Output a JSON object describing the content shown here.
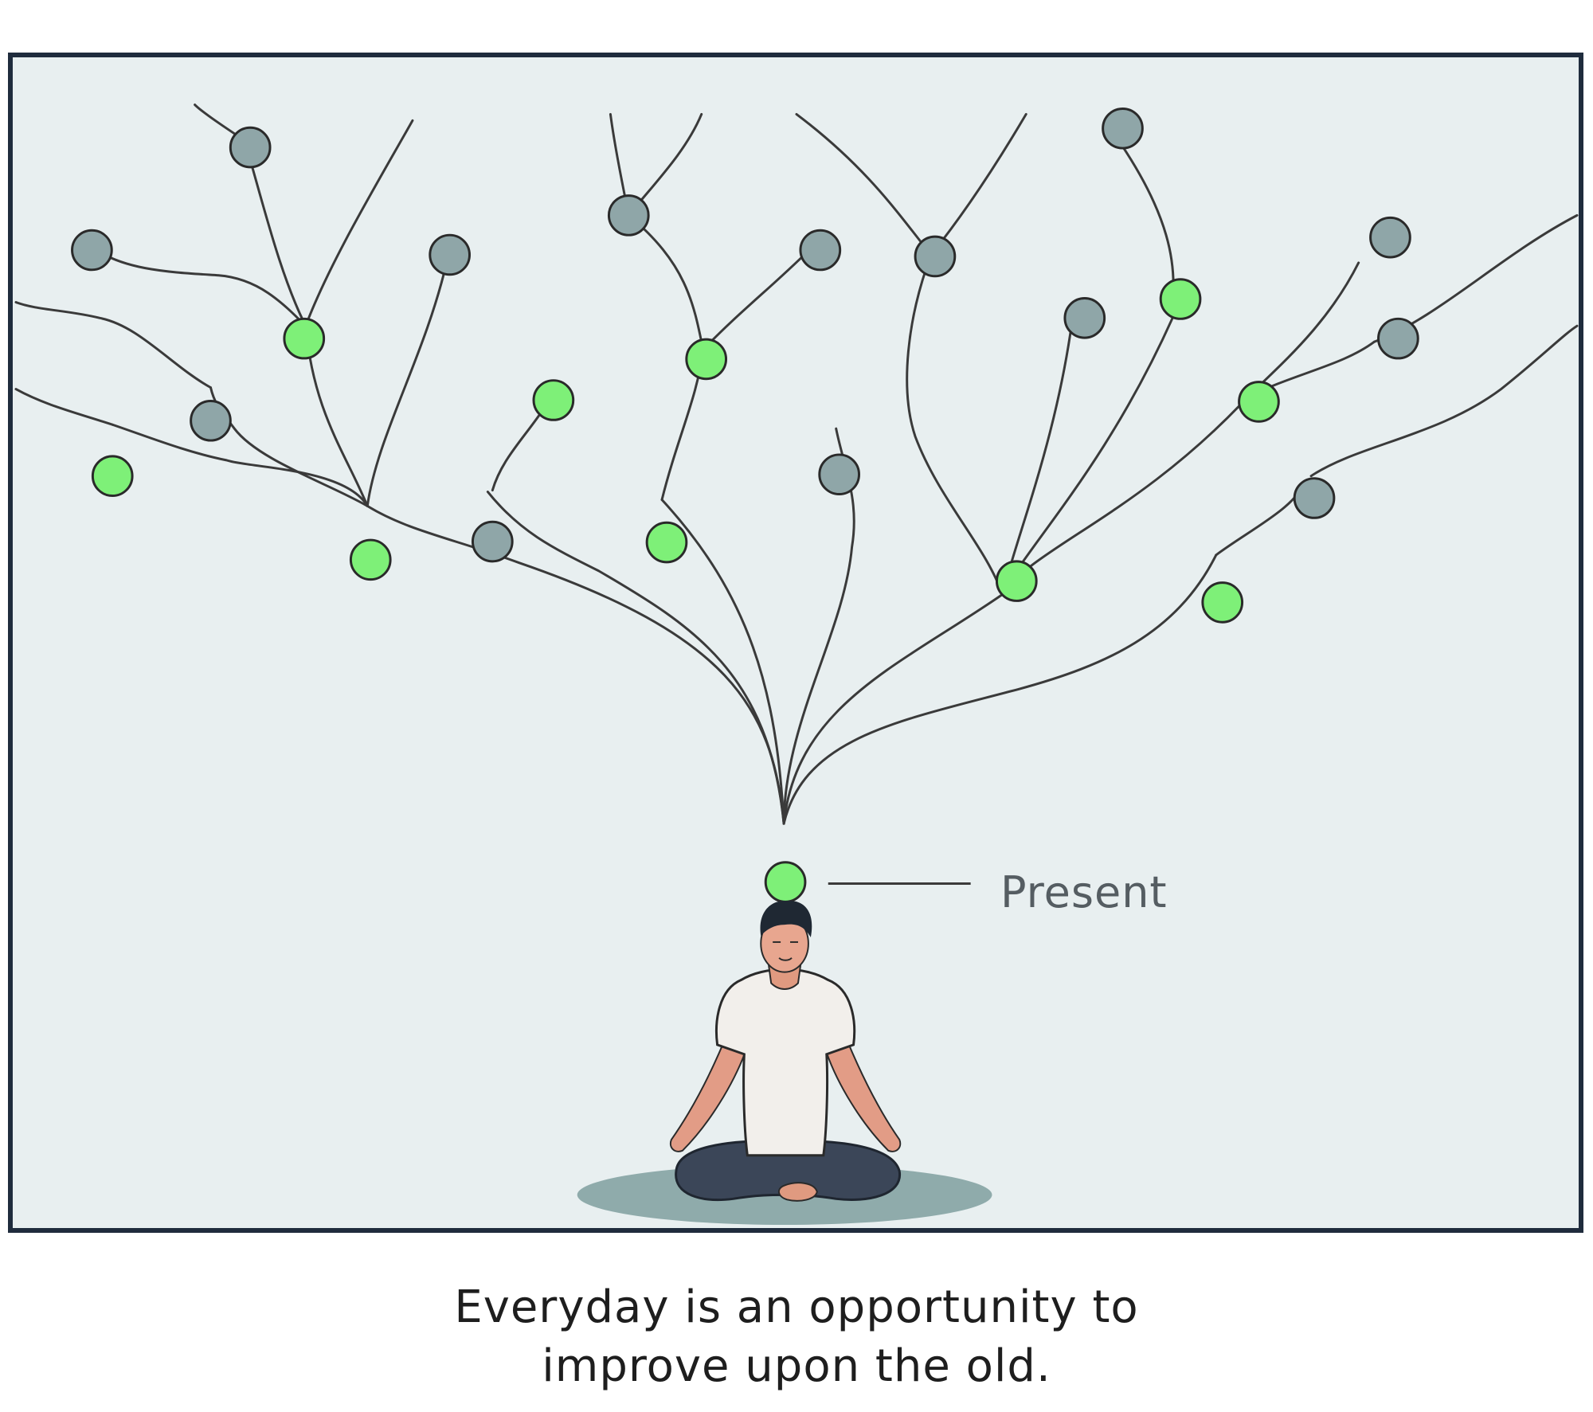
{
  "diagram": {
    "present_label": "Present",
    "caption": {
      "line1": "Everyday is an opportunity to",
      "line2": "improve upon the old."
    },
    "colors": {
      "frame_border": "#1f2c3d",
      "background": "#e8eff0",
      "active_node": "#7ef078",
      "inactive_node": "#8fa6a8",
      "branch_line": "#3a3a3a"
    }
  }
}
